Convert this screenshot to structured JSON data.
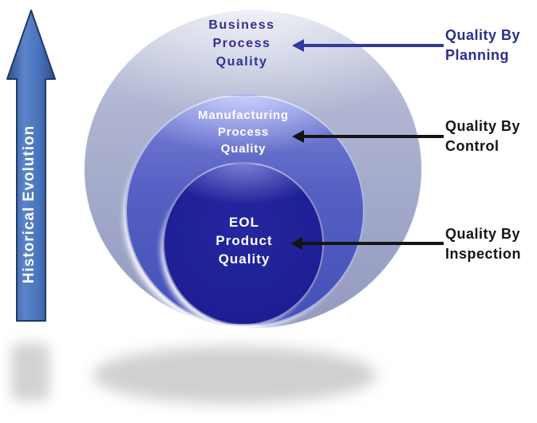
{
  "diagram": {
    "evolution_arrow": {
      "label": "Historical Evolution",
      "direction": "up",
      "fill_color": "#4a74bd",
      "border_color": "#1e3a67",
      "text_color": "#ffffff"
    },
    "circles": [
      {
        "name": "business-process-quality",
        "label": "Business\nProcess\nQuality",
        "fill_color": "#a8aecc",
        "text_color": "#2d3091"
      },
      {
        "name": "manufacturing-process-quality",
        "label": "Manufacturing\nProcess\nQuality",
        "fill_color": "#5560c2",
        "text_color": "#ffffff"
      },
      {
        "name": "eol-product-quality",
        "label": "EOL\nProduct\nQuality",
        "fill_color": "#1d1e92",
        "text_color": "#ffffff"
      }
    ],
    "annotations": [
      {
        "name": "quality-by-planning",
        "label": "Quality By\nPlanning",
        "text_color": "#2b2e8c",
        "arrow_color": "#333a9e",
        "points_to": "business-process-quality"
      },
      {
        "name": "quality-by-control",
        "label": "Quality By\nControl",
        "text_color": "#141414",
        "arrow_color": "#141414",
        "points_to": "manufacturing-process-quality"
      },
      {
        "name": "quality-by-inspection",
        "label": "Quality By\nInspection",
        "text_color": "#141414",
        "arrow_color": "#141414",
        "points_to": "eol-product-quality"
      }
    ],
    "shadow_color": "#d0d0d0"
  }
}
